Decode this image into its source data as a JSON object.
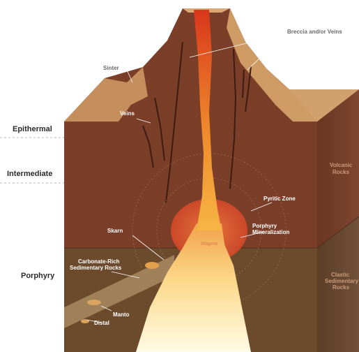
{
  "zones": {
    "epithermal": "Epithermal",
    "intermediate": "Intermediate",
    "porphyry": "Porphyry"
  },
  "labels": {
    "breccia": "Breccia and/or Veins",
    "sinter": "Sinter",
    "veins": "Veins",
    "volcanic_1": "Volcanic",
    "volcanic_2": "Rocks",
    "pyritic": "Pyritic Zone",
    "porphyry_min_1": "Porphyry",
    "porphyry_min_2": "Mineralization",
    "skarn": "Skarn",
    "magma": "Magma",
    "carbonate_1": "Carbonate-Rich",
    "carbonate_2": "Sedimentary Rocks",
    "clastic_1": "Clastic",
    "clastic_2": "Sedimentary",
    "clastic_3": "Rocks",
    "manto": "Manto",
    "distal": "Distal"
  },
  "colors": {
    "volcanic": "#7a3f2a",
    "sediment": "#6e4a2c",
    "tan": "#c99763",
    "magma_core": "#fff4c8",
    "magma_edge": "#e8541e"
  }
}
